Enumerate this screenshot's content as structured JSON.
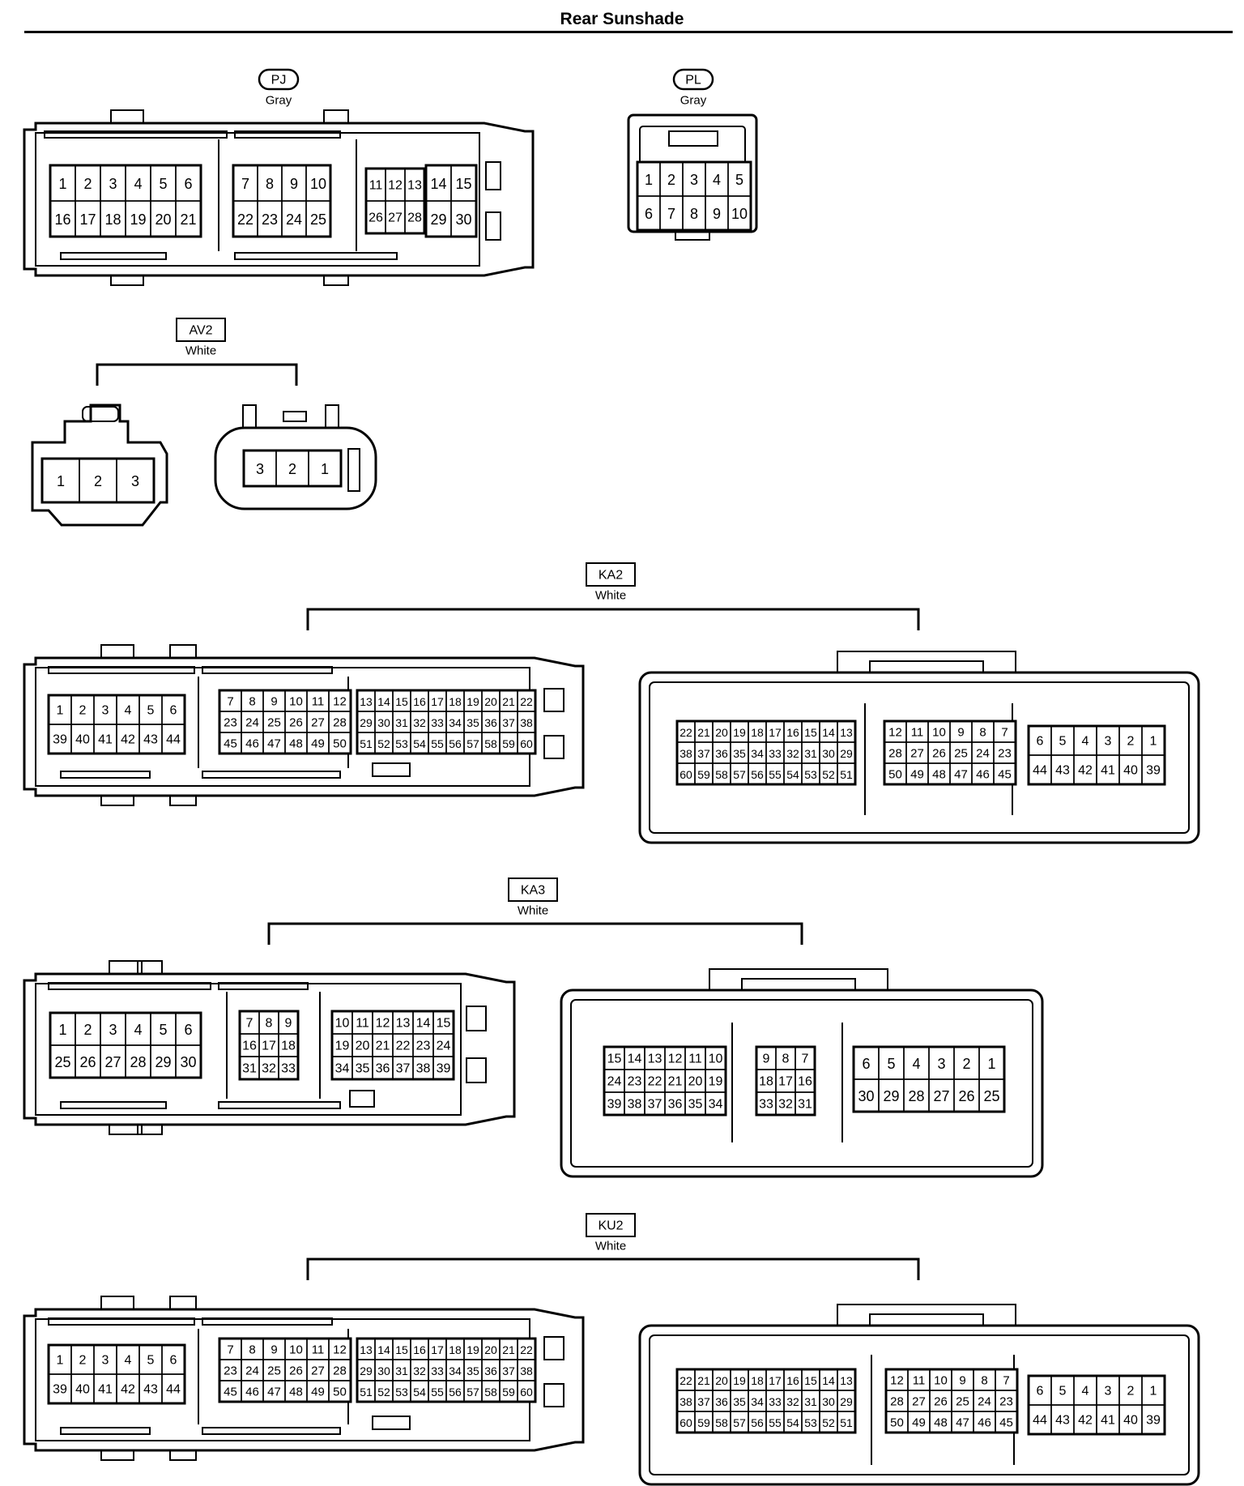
{
  "page": {
    "title": "Rear Sunshade"
  },
  "connectors": [
    {
      "code": "PJ",
      "color": "Gray",
      "code_style": "oval",
      "views": [
        {
          "shape": "wide",
          "blocks": [
            {
              "rows": [
                [
                  "1",
                  "2",
                  "3",
                  "4",
                  "5",
                  "6"
                ],
                [
                  "16",
                  "17",
                  "18",
                  "19",
                  "20",
                  "21"
                ]
              ]
            },
            {
              "rows": [
                [
                  "7",
                  "8",
                  "9",
                  "10"
                ],
                [
                  "22",
                  "23",
                  "24",
                  "25"
                ]
              ]
            },
            {
              "rows": [
                [
                  "11",
                  "12",
                  "13"
                ],
                [
                  "26",
                  "27",
                  "28"
                ]
              ]
            },
            {
              "rows": [
                [
                  "14",
                  "15"
                ],
                [
                  "29",
                  "30"
                ]
              ]
            }
          ]
        }
      ]
    },
    {
      "code": "PL",
      "color": "Gray",
      "code_style": "oval",
      "views": [
        {
          "shape": "box",
          "blocks": [
            {
              "rows": [
                [
                  "1",
                  "2",
                  "3",
                  "4",
                  "5"
                ],
                [
                  "6",
                  "7",
                  "8",
                  "9",
                  "10"
                ]
              ]
            }
          ]
        }
      ]
    },
    {
      "code": "AV2",
      "color": "White",
      "code_style": "box",
      "views": [
        {
          "shape": "small",
          "blocks": [
            {
              "rows": [
                [
                  "1",
                  "2",
                  "3"
                ]
              ]
            }
          ]
        },
        {
          "shape": "small-round",
          "blocks": [
            {
              "rows": [
                [
                  "3",
                  "2",
                  "1"
                ]
              ]
            }
          ]
        }
      ]
    },
    {
      "code": "KA2",
      "color": "White",
      "code_style": "box",
      "views": [
        {
          "shape": "wide",
          "blocks": [
            {
              "rows": [
                [
                  "1",
                  "2",
                  "3",
                  "4",
                  "5",
                  "6"
                ],
                [
                  "39",
                  "40",
                  "41",
                  "42",
                  "43",
                  "44"
                ]
              ]
            },
            {
              "rows": [
                [
                  "7",
                  "8",
                  "9",
                  "10",
                  "11",
                  "12"
                ],
                [
                  "23",
                  "24",
                  "25",
                  "26",
                  "27",
                  "28"
                ],
                [
                  "45",
                  "46",
                  "47",
                  "48",
                  "49",
                  "50"
                ]
              ]
            },
            {
              "rows": [
                [
                  "13",
                  "14",
                  "15",
                  "16",
                  "17",
                  "18",
                  "19",
                  "20",
                  "21",
                  "22"
                ],
                [
                  "29",
                  "30",
                  "31",
                  "32",
                  "33",
                  "34",
                  "35",
                  "36",
                  "37",
                  "38"
                ],
                [
                  "51",
                  "52",
                  "53",
                  "54",
                  "55",
                  "56",
                  "57",
                  "58",
                  "59",
                  "60"
                ]
              ]
            }
          ]
        },
        {
          "shape": "mirror",
          "blocks": [
            {
              "rows": [
                [
                  "22",
                  "21",
                  "20",
                  "19",
                  "18",
                  "17",
                  "16",
                  "15",
                  "14",
                  "13"
                ],
                [
                  "38",
                  "37",
                  "36",
                  "35",
                  "34",
                  "33",
                  "32",
                  "31",
                  "30",
                  "29"
                ],
                [
                  "60",
                  "59",
                  "58",
                  "57",
                  "56",
                  "55",
                  "54",
                  "53",
                  "52",
                  "51"
                ]
              ]
            },
            {
              "rows": [
                [
                  "12",
                  "11",
                  "10",
                  "9",
                  "8",
                  "7"
                ],
                [
                  "28",
                  "27",
                  "26",
                  "25",
                  "24",
                  "23"
                ],
                [
                  "50",
                  "49",
                  "48",
                  "47",
                  "46",
                  "45"
                ]
              ]
            },
            {
              "rows": [
                [
                  "6",
                  "5",
                  "4",
                  "3",
                  "2",
                  "1"
                ],
                [
                  "44",
                  "43",
                  "42",
                  "41",
                  "40",
                  "39"
                ]
              ]
            }
          ]
        }
      ]
    },
    {
      "code": "KA3",
      "color": "White",
      "code_style": "box",
      "views": [
        {
          "shape": "wide",
          "blocks": [
            {
              "rows": [
                [
                  "1",
                  "2",
                  "3",
                  "4",
                  "5",
                  "6"
                ],
                [
                  "25",
                  "26",
                  "27",
                  "28",
                  "29",
                  "30"
                ]
              ]
            },
            {
              "rows": [
                [
                  "7",
                  "8",
                  "9"
                ],
                [
                  "16",
                  "17",
                  "18"
                ],
                [
                  "31",
                  "32",
                  "33"
                ]
              ]
            },
            {
              "rows": [
                [
                  "10",
                  "11",
                  "12",
                  "13",
                  "14",
                  "15"
                ],
                [
                  "19",
                  "20",
                  "21",
                  "22",
                  "23",
                  "24"
                ],
                [
                  "34",
                  "35",
                  "36",
                  "37",
                  "38",
                  "39"
                ]
              ]
            }
          ]
        },
        {
          "shape": "mirror",
          "blocks": [
            {
              "rows": [
                [
                  "15",
                  "14",
                  "13",
                  "12",
                  "11",
                  "10"
                ],
                [
                  "24",
                  "23",
                  "22",
                  "21",
                  "20",
                  "19"
                ],
                [
                  "39",
                  "38",
                  "37",
                  "36",
                  "35",
                  "34"
                ]
              ]
            },
            {
              "rows": [
                [
                  "9",
                  "8",
                  "7"
                ],
                [
                  "18",
                  "17",
                  "16"
                ],
                [
                  "33",
                  "32",
                  "31"
                ]
              ]
            },
            {
              "rows": [
                [
                  "6",
                  "5",
                  "4",
                  "3",
                  "2",
                  "1"
                ],
                [
                  "30",
                  "29",
                  "28",
                  "27",
                  "26",
                  "25"
                ]
              ]
            }
          ]
        }
      ]
    },
    {
      "code": "KU2",
      "color": "White",
      "code_style": "box",
      "views": [
        {
          "shape": "wide",
          "blocks": [
            {
              "rows": [
                [
                  "1",
                  "2",
                  "3",
                  "4",
                  "5",
                  "6"
                ],
                [
                  "39",
                  "40",
                  "41",
                  "42",
                  "43",
                  "44"
                ]
              ]
            },
            {
              "rows": [
                [
                  "7",
                  "8",
                  "9",
                  "10",
                  "11",
                  "12"
                ],
                [
                  "23",
                  "24",
                  "25",
                  "26",
                  "27",
                  "28"
                ],
                [
                  "45",
                  "46",
                  "47",
                  "48",
                  "49",
                  "50"
                ]
              ]
            },
            {
              "rows": [
                [
                  "13",
                  "14",
                  "15",
                  "16",
                  "17",
                  "18",
                  "19",
                  "20",
                  "21",
                  "22"
                ],
                [
                  "29",
                  "30",
                  "31",
                  "32",
                  "33",
                  "34",
                  "35",
                  "36",
                  "37",
                  "38"
                ],
                [
                  "51",
                  "52",
                  "53",
                  "54",
                  "55",
                  "56",
                  "57",
                  "58",
                  "59",
                  "60"
                ]
              ]
            }
          ]
        },
        {
          "shape": "mirror",
          "blocks": [
            {
              "rows": [
                [
                  "22",
                  "21",
                  "20",
                  "19",
                  "18",
                  "17",
                  "16",
                  "15",
                  "14",
                  "13"
                ],
                [
                  "38",
                  "37",
                  "36",
                  "35",
                  "34",
                  "33",
                  "32",
                  "31",
                  "30",
                  "29"
                ],
                [
                  "60",
                  "59",
                  "58",
                  "57",
                  "56",
                  "55",
                  "54",
                  "53",
                  "52",
                  "51"
                ]
              ]
            },
            {
              "rows": [
                [
                  "12",
                  "11",
                  "10",
                  "9",
                  "8",
                  "7"
                ],
                [
                  "28",
                  "27",
                  "26",
                  "25",
                  "24",
                  "23"
                ],
                [
                  "50",
                  "49",
                  "48",
                  "47",
                  "46",
                  "45"
                ]
              ]
            },
            {
              "rows": [
                [
                  "6",
                  "5",
                  "4",
                  "3",
                  "2",
                  "1"
                ],
                [
                  "44",
                  "43",
                  "42",
                  "41",
                  "40",
                  "39"
                ]
              ]
            }
          ]
        }
      ]
    }
  ]
}
